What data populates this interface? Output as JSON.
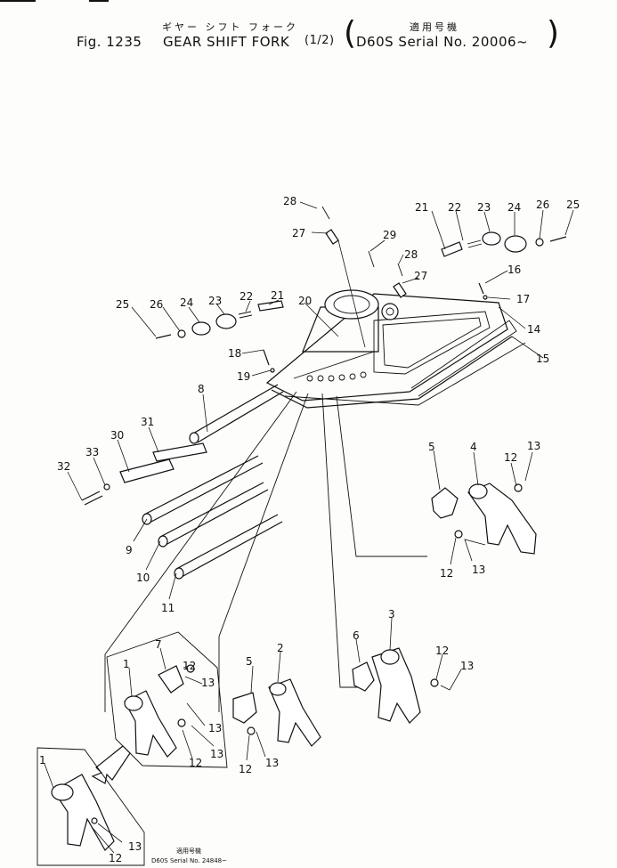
{
  "header": {
    "title_ja": "ギヤー シフト フォーク",
    "fig_label": "Fig. 1235",
    "title_en": "GEAR SHIFT FORK",
    "sheet": "(1/2)",
    "applicability_ja": "適用号機",
    "applicability": "D60S Serial No. 20006~"
  },
  "inset": {
    "applicability_ja": "適用号機",
    "applicability": "D60S Serial No. 24848~"
  },
  "callouts": [
    "1",
    "2",
    "3",
    "4",
    "5",
    "6",
    "7",
    "8",
    "9",
    "10",
    "11",
    "12",
    "13",
    "14",
    "15",
    "16",
    "17",
    "18",
    "19",
    "20",
    "21",
    "22",
    "23",
    "24",
    "25",
    "26",
    "27",
    "28",
    "29",
    "30",
    "31",
    "32",
    "33"
  ]
}
